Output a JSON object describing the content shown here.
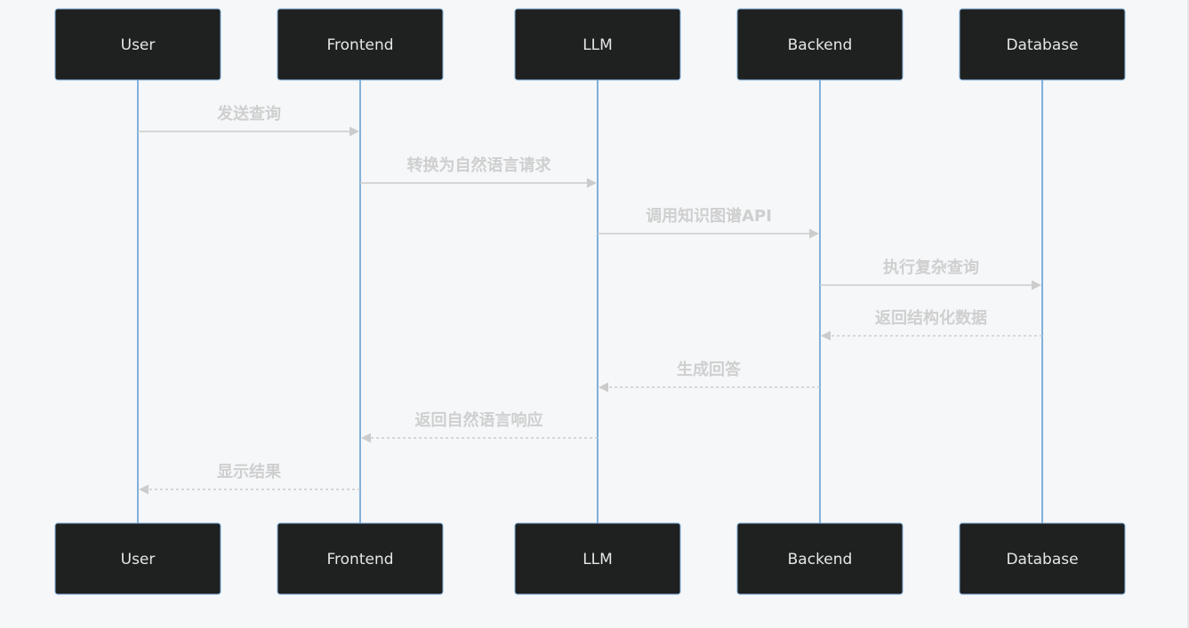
{
  "participants": [
    {
      "id": "user",
      "label": "User"
    },
    {
      "id": "frontend",
      "label": "Frontend"
    },
    {
      "id": "llm",
      "label": "LLM"
    },
    {
      "id": "backend",
      "label": "Backend"
    },
    {
      "id": "database",
      "label": "Database"
    }
  ],
  "messages": [
    {
      "from": 0,
      "to": 1,
      "label": "发送查询",
      "kind": "call"
    },
    {
      "from": 1,
      "to": 2,
      "label": "转换为自然语言请求",
      "kind": "call"
    },
    {
      "from": 2,
      "to": 3,
      "label": "调用知识图谱API",
      "kind": "call"
    },
    {
      "from": 3,
      "to": 4,
      "label": "执行复杂查询",
      "kind": "call"
    },
    {
      "from": 4,
      "to": 3,
      "label": "返回结构化数据",
      "kind": "reply"
    },
    {
      "from": 3,
      "to": 2,
      "label": "生成回答",
      "kind": "reply"
    },
    {
      "from": 2,
      "to": 1,
      "label": "返回自然语言响应",
      "kind": "reply"
    },
    {
      "from": 1,
      "to": 0,
      "label": "显示结果",
      "kind": "reply"
    }
  ],
  "colors": {
    "background": "#f5f7f9",
    "actor_fill": "#1f2020",
    "actor_border": "#81b1db",
    "lifeline": "#81b1db",
    "message": "#cccccc"
  }
}
